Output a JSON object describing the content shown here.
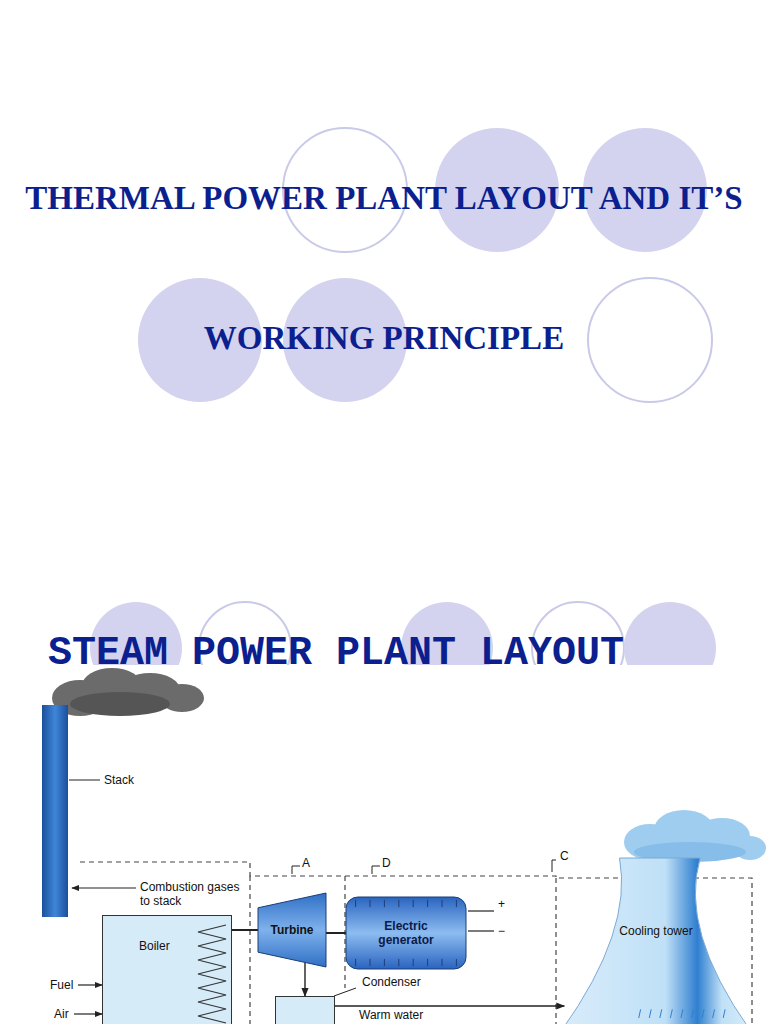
{
  "diagram": {
    "title": "THERMAL POWER PLANT LAYOUT AND IT’S WORKING PRINCIPLE",
    "nodes": [
      {
        "text": [
          "Boiler"
        ]
      },
      {
        "text": [
          "Turbine"
        ]
      },
      {
        "text": [
          "Electric generator"
        ]
      },
      {
        "text": [
          "Condenser"
        ]
      },
      {
        "text": [
          "Cooling tower"
        ]
      }
    ],
    "edges": [
      {
        "from": 0,
        "to": 1,
        "arrow": "none"
      },
      {
        "from": 1,
        "to": 2,
        "arrow": "none"
      },
      {
        "from": 1,
        "to": 3,
        "arrow": "to"
      },
      {
        "from": 3,
        "to": 4,
        "label": "Warm water",
        "arrow": "to"
      }
    ],
    "labels": [
      "STEAM POWER PLANT LAYOUT",
      "Stack",
      "Combustion gases to stack",
      "Fuel",
      "Air",
      "A",
      "D",
      "C",
      "+",
      "−"
    ]
  }
}
